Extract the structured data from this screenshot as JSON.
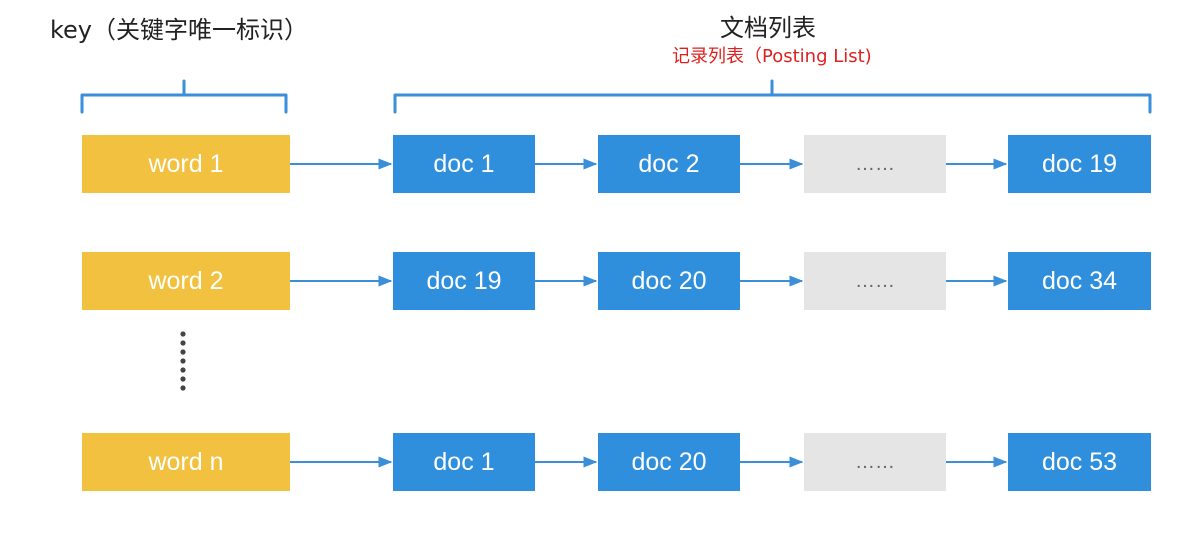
{
  "header": {
    "key_label": "key（关键字唯一标识）",
    "docs_label": "文档列表",
    "posting_label": "记录列表（Posting List)"
  },
  "colors": {
    "word_box": "#f2c13f",
    "doc_box": "#2f8fdc",
    "ellipsis_box": "#e5e5e5",
    "connector": "#3a8fd8",
    "posting_text": "#e02020"
  },
  "rows": [
    {
      "word": "word 1",
      "docs": [
        "doc 1",
        "doc 2",
        "……",
        "doc 19"
      ]
    },
    {
      "word": "word 2",
      "docs": [
        "doc 19",
        "doc 20",
        "……",
        "doc 34"
      ]
    },
    {
      "word": "word n",
      "docs": [
        "doc 1",
        "doc 20",
        "……",
        "doc 53"
      ]
    }
  ]
}
